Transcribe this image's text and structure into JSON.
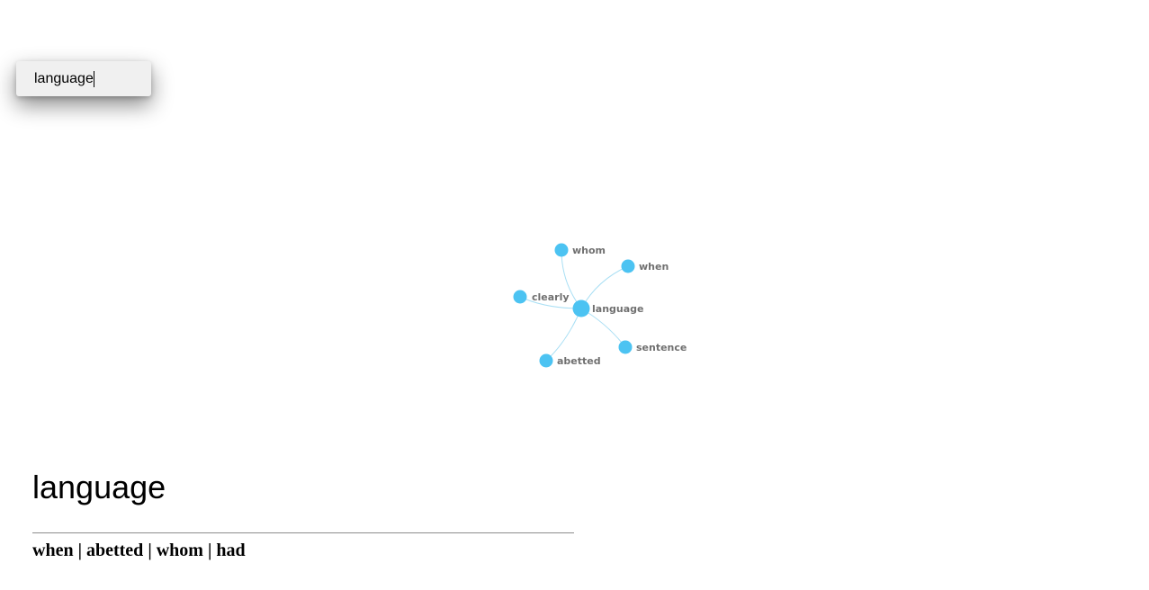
{
  "search": {
    "value": "language"
  },
  "graph": {
    "center_word": "language",
    "neighbors": [
      "whom",
      "when",
      "clearly",
      "sentence",
      "abetted"
    ],
    "node_color": "#4cc3f2",
    "edge_color": "#a9dff4",
    "label_color": "#707070"
  },
  "result": {
    "word": "language",
    "related": [
      "when",
      "abetted",
      "whom",
      "had"
    ],
    "related_separator": " | "
  }
}
